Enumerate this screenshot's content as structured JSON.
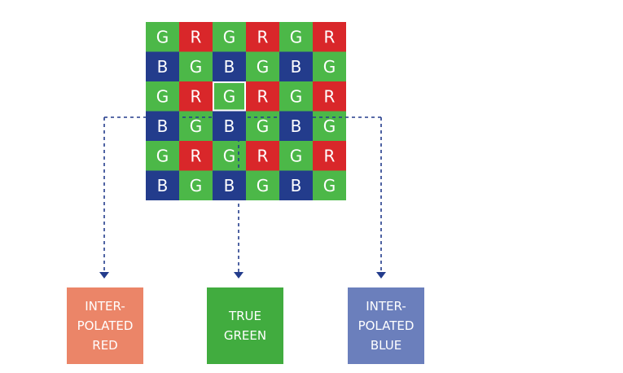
{
  "grid": {
    "rows": [
      [
        "G",
        "R",
        "G",
        "R",
        "G",
        "R"
      ],
      [
        "B",
        "G",
        "B",
        "G",
        "B",
        "G"
      ],
      [
        "G",
        "R",
        "G",
        "R",
        "G",
        "R"
      ],
      [
        "B",
        "G",
        "B",
        "G",
        "B",
        "G"
      ],
      [
        "G",
        "R",
        "G",
        "R",
        "G",
        "R"
      ],
      [
        "B",
        "G",
        "B",
        "G",
        "B",
        "G"
      ]
    ],
    "highlighted_cell": {
      "row": 2,
      "col": 2
    }
  },
  "colors": {
    "G": "#4cb848",
    "R": "#d9272a",
    "B": "#233c8c",
    "interpolated_red_box": "#eb8568",
    "true_green_box": "#41ac3f",
    "interpolated_blue_box": "#6b7fbc",
    "arrow": "#233c8c"
  },
  "outputs": {
    "interpolated_red": "INTER-\nPOLATED\nRED",
    "true_green": "TRUE\nGREEN",
    "interpolated_blue": "INTER-\nPOLATED\nBLUE"
  }
}
